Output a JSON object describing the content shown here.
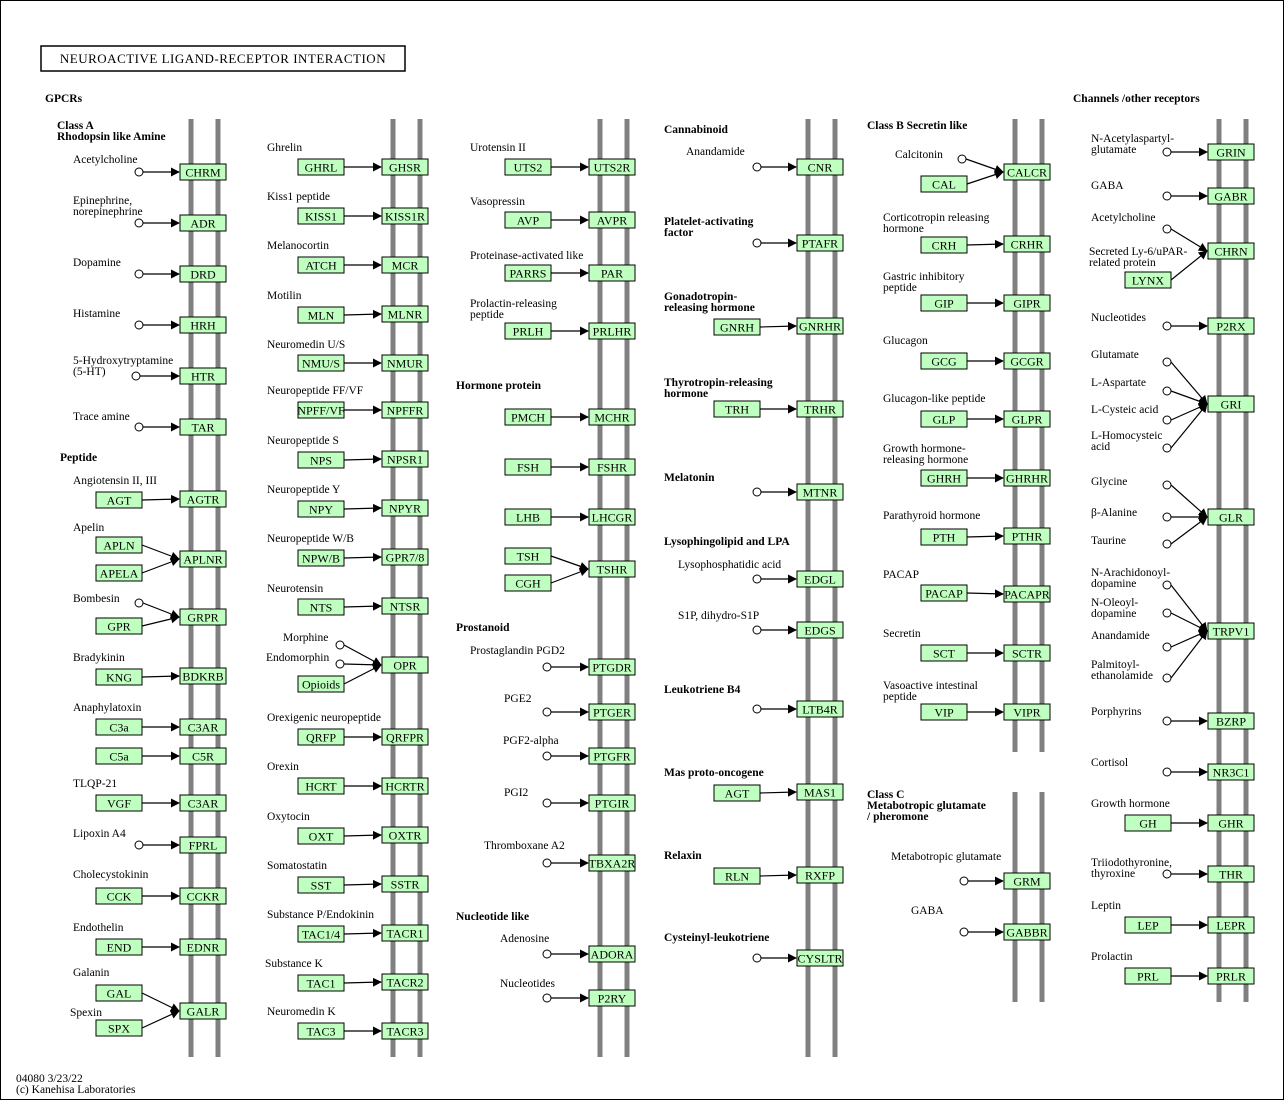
{
  "title": "NEUROACTIVE LIGAND-RECEPTOR INTERACTION",
  "headers": {
    "gpcrs": "GPCRs",
    "class_a": "Class A",
    "rhodopsin": "Rhodopsin like Amine",
    "peptide": "Peptide",
    "hormone_protein": "Hormone protein",
    "prostanoid": "Prostanoid",
    "nucleotide_like": "Nucleotide like",
    "cannabinoid": "Cannabinoid",
    "paf_1": "Platelet-activating",
    "paf_2": "factor",
    "gnrh_1": "Gonadotropin-",
    "gnrh_2": "releasing hormone",
    "trh_1": "Thyrotropin-releasing",
    "trh_2": "hormone",
    "melatonin": "Melatonin",
    "lyso": "Lysophingolipid and LPA",
    "leukotriene": "Leukotriene B4",
    "mas": "Mas proto-oncogene",
    "relaxin": "Relaxin",
    "cysteinyl": "Cysteinyl-leukotriene",
    "class_b": "Class B Secretin like",
    "class_c_1": "Class C",
    "class_c_2": "Metabotropic glutamate",
    "class_c_3": "/ pheromone",
    "channels": "Channels /other receptors"
  },
  "labels": {
    "acetylcholine": "Acetylcholine",
    "epinephrine_1": "Epinephrine,",
    "epinephrine_2": "norepinephrine",
    "dopamine": "Dopamine",
    "histamine": "Histamine",
    "ht_1": "5-Hydroxytryptamine",
    "ht_2": "(5-HT)",
    "trace_amine": "Trace amine",
    "angiotensin": "Angiotensin II, III",
    "apelin": "Apelin",
    "bombesin": "Bombesin",
    "bradykinin": "Bradykinin",
    "anaphylatoxin": "Anaphylatoxin",
    "tlqp": "TLQP-21",
    "lipoxin": "Lipoxin A4",
    "cholecystokinin": "Cholecystokinin",
    "endothelin": "Endothelin",
    "galanin": "Galanin",
    "spexin": "Spexin",
    "ghrelin": "Ghrelin",
    "kiss1": "Kiss1 peptide",
    "melanocortin": "Melanocortin",
    "motilin": "Motilin",
    "neuromedin_u": "Neuromedin U/S",
    "npff": "Neuropeptide FF/VF",
    "nps": "Neuropeptide S",
    "npy": "Neuropeptide Y",
    "npw": "Neuropeptide W/B",
    "neurotensin": "Neurotensin",
    "morphine": "Morphine",
    "endomorphin": "Endomorphin",
    "orexigenic": "Orexigenic neuropeptide",
    "orexin": "Orexin",
    "oxytocin": "Oxytocin",
    "somatostatin": "Somatostatin",
    "substance_p": "Substance P/Endokinin",
    "substance_k": "Substance K",
    "neuromedin_k": "Neuromedin K",
    "urotensin": "Urotensin II",
    "vasopressin": "Vasopressin",
    "proteinase": "Proteinase-activated like",
    "prolactin_rel_1": "Prolactin-releasing",
    "prolactin_rel_2": "peptide",
    "pgd2": "Prostaglandin PGD2",
    "pge2": "PGE2",
    "pgf2": "PGF2-alpha",
    "pgi2": "PGI2",
    "thromboxane": "Thromboxane A2",
    "adenosine": "Adenosine",
    "nucleotides": "Nucleotides",
    "anandamide": "Anandamide",
    "lpa": "Lysophosphatidic acid",
    "s1p": "S1P, dihydro-S1P",
    "calcitonin": "Calcitonin",
    "crh_1": "Corticotropin releasing",
    "crh_2": "hormone",
    "gip_1": "Gastric inhibitory",
    "gip_2": "peptide",
    "glucagon": "Glucagon",
    "glp": "Glucagon-like peptide",
    "ghrh_1": "Growth hormone-",
    "ghrh_2": "releasing hormone",
    "pth": "Parathyroid hormone",
    "pacap": "PACAP",
    "secretin": "Secretin",
    "vip_1": "Vasoactive intestinal",
    "vip_2": "peptide",
    "metabotropic": "Metabotropic glutamate",
    "gaba": "GABA",
    "naag_1": "N-Acetylaspartyl-",
    "naag_2": "glutamate",
    "lynx_1": "Secreted Ly-6/uPAR-",
    "lynx_2": "related protein",
    "glutamate": "Glutamate",
    "l_aspartate": "L-Aspartate",
    "l_cysteic": "L-Cysteic acid",
    "l_homocysteic_1": "L-Homocysteic",
    "l_homocysteic_2": "acid",
    "glycine": "Glycine",
    "b_alanine": "β-Alanine",
    "taurine": "Taurine",
    "nada_1": "N-Arachidonoyl-",
    "nada_2": "dopamine",
    "noleoyl_1": "N-Oleoyl-",
    "noleoyl_2": "dopamine",
    "palmitoyl_1": "Palmitoyl-",
    "palmitoyl_2": "ethanolamide",
    "porphyrins": "Porphyrins",
    "cortisol": "Cortisol",
    "growth_hormone": "Growth hormone",
    "triiodo_1": "Triiodothyronine,",
    "triiodo_2": "thyroxine",
    "leptin": "Leptin",
    "prolactin": "Prolactin"
  },
  "genes": {
    "CHRM": "CHRM",
    "ADR": "ADR",
    "DRD": "DRD",
    "HRH": "HRH",
    "HTR": "HTR",
    "TAR": "TAR",
    "AGT": "AGT",
    "AGTR": "AGTR",
    "APLN": "APLN",
    "APELA": "APELA",
    "APLNR": "APLNR",
    "GPR": "GPR",
    "GRPR": "GRPR",
    "KNG": "KNG",
    "BDKRB": "BDKRB",
    "C3a": "C3a",
    "C3AR": "C3AR",
    "C5a": "C5a",
    "C5R": "C5R",
    "VGF": "VGF",
    "C3AR_2": "C3AR",
    "FPRL": "FPRL",
    "CCK": "CCK",
    "CCKR": "CCKR",
    "END": "END",
    "EDNR": "EDNR",
    "GAL": "GAL",
    "SPX": "SPX",
    "GALR": "GALR",
    "GHRL": "GHRL",
    "GHSR": "GHSR",
    "KISS1": "KISS1",
    "KISS1R": "KISS1R",
    "ATCH": "ATCH",
    "MCR": "MCR",
    "MLN": "MLN",
    "MLNR": "MLNR",
    "NMUS": "NMU/S",
    "NMUR": "NMUR",
    "NPFFVF": "NPFF/VF",
    "NPFFR": "NPFFR",
    "NPS": "NPS",
    "NPSR1": "NPSR1",
    "NPY": "NPY",
    "NPYR": "NPYR",
    "NPWB": "NPW/B",
    "GPR78": "GPR7/8",
    "NTS": "NTS",
    "NTSR": "NTSR",
    "Opioids": "Opioids",
    "OPR": "OPR",
    "QRFP": "QRFP",
    "QRFPR": "QRFPR",
    "HCRT": "HCRT",
    "HCRTR": "HCRTR",
    "OXT": "OXT",
    "OXTR": "OXTR",
    "SST": "SST",
    "SSTR": "SSTR",
    "TAC14": "TAC1/4",
    "TACR1": "TACR1",
    "TAC1": "TAC1",
    "TACR2": "TACR2",
    "TAC3": "TAC3",
    "TACR3": "TACR3",
    "UTS2": "UTS2",
    "UTS2R": "UTS2R",
    "AVP": "AVP",
    "AVPR": "AVPR",
    "PARRS": "PARRS",
    "PAR": "PAR",
    "PRLH": "PRLH",
    "PRLHR": "PRLHR",
    "PMCH": "PMCH",
    "MCHR": "MCHR",
    "FSH": "FSH",
    "FSHR": "FSHR",
    "LHB": "LHB",
    "LHCGR": "LHCGR",
    "TSH": "TSH",
    "CGH": "CGH",
    "TSHR": "TSHR",
    "PTGDR": "PTGDR",
    "PTGER": "PTGER",
    "PTGFR": "PTGFR",
    "PTGIR": "PTGIR",
    "TBXA2R": "TBXA2R",
    "ADORA": "ADORA",
    "P2RY": "P2RY",
    "CNR": "CNR",
    "PTAFR": "PTAFR",
    "GNRH": "GNRH",
    "GNRHR": "GNRHR",
    "TRH": "TRH",
    "TRHR": "TRHR",
    "MTNR": "MTNR",
    "EDGL": "EDGL",
    "EDGS": "EDGS",
    "LTB4R": "LTB4R",
    "AGT_2": "AGT",
    "MAS1": "MAS1",
    "RLN": "RLN",
    "RXFP": "RXFP",
    "CYSLTR": "CYSLTR",
    "CAL": "CAL",
    "CALCR": "CALCR",
    "CRH": "CRH",
    "CRHR": "CRHR",
    "GIP": "GIP",
    "GIPR": "GIPR",
    "GCG": "GCG",
    "GCGR": "GCGR",
    "GLP": "GLP",
    "GLPR": "GLPR",
    "GHRH": "GHRH",
    "GHRHR": "GHRHR",
    "PTH": "PTH",
    "PTHR": "PTHR",
    "PACAP": "PACAP",
    "PACAPR": "PACAPR",
    "SCT": "SCT",
    "SCTR": "SCTR",
    "VIP": "VIP",
    "VIPR": "VIPR",
    "GRM": "GRM",
    "GABBR": "GABBR",
    "GRIN": "GRIN",
    "GABR": "GABR",
    "LYNX": "LYNX",
    "CHRN": "CHRN",
    "P2RX": "P2RX",
    "GRI": "GRI",
    "GLR": "GLR",
    "TRPV1": "TRPV1",
    "BZRP": "BZRP",
    "NR3C1": "NR3C1",
    "GH": "GH",
    "GHR": "GHR",
    "THR": "THR",
    "LEP": "LEP",
    "LEPR": "LEPR",
    "PRL": "PRL",
    "PRLR": "PRLR"
  },
  "footer": {
    "line1": "04080 3/23/22",
    "line2": "(c) Kanehisa Laboratories"
  },
  "colors": {
    "gene_fill": "#bfffbf",
    "membrane": "#808080"
  }
}
